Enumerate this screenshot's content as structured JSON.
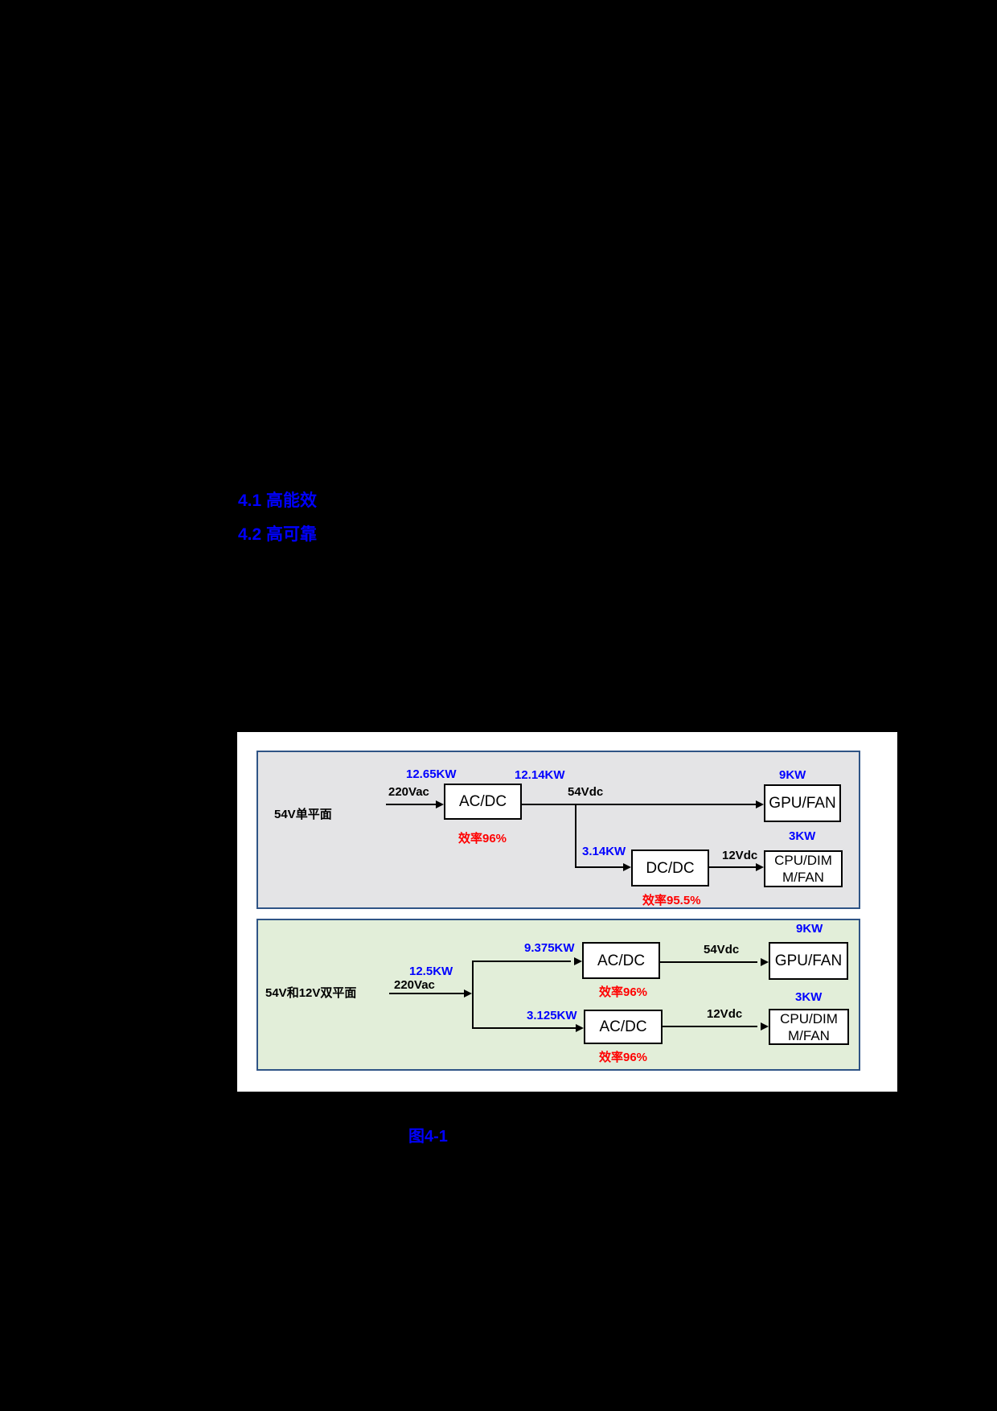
{
  "document": {
    "headings": [
      {
        "text": "4.1 高能效"
      },
      {
        "text": "4.2 高可靠"
      }
    ],
    "figure_caption": "图4-1"
  },
  "colors": {
    "page_background": "#000000",
    "heading_blue": "#0000FF",
    "power_label_blue": "#0000FF",
    "efficiency_red": "#FF0000",
    "panel_border": "#2F5486",
    "single_plane_fill": "#E4E4E6",
    "dual_plane_fill": "#E2EED9"
  },
  "diagram": {
    "single_plane": {
      "label": "54V单平面",
      "input_power": "12.65KW",
      "input_voltage": "220Vac",
      "acdc_label": "AC/DC",
      "acdc_efficiency": "效率96%",
      "acdc_output_power": "12.14KW",
      "acdc_output_voltage": "54Vdc",
      "gpu_power": "9KW",
      "gpu_label": "GPU/FAN",
      "dcdc_input_power": "3.14KW",
      "dcdc_label": "DC/DC",
      "dcdc_efficiency": "效率95.5%",
      "dcdc_output_voltage": "12Vdc",
      "cpu_power": "3KW",
      "cpu_label_line1": "CPU/DIM",
      "cpu_label_line2": "M/FAN"
    },
    "dual_plane": {
      "label": "54V和12V双平面",
      "input_power": "12.5KW",
      "input_voltage": "220Vac",
      "branch54_power": "9.375KW",
      "branch54_acdc_label": "AC/DC",
      "branch54_efficiency": "效率96%",
      "branch54_voltage": "54Vdc",
      "branch54_load_power": "9KW",
      "branch54_load_label": "GPU/FAN",
      "branch12_power": "3.125KW",
      "branch12_acdc_label": "AC/DC",
      "branch12_efficiency": "效率96%",
      "branch12_voltage": "12Vdc",
      "branch12_load_power": "3KW",
      "branch12_load_line1": "CPU/DIM",
      "branch12_load_line2": "M/FAN"
    }
  }
}
